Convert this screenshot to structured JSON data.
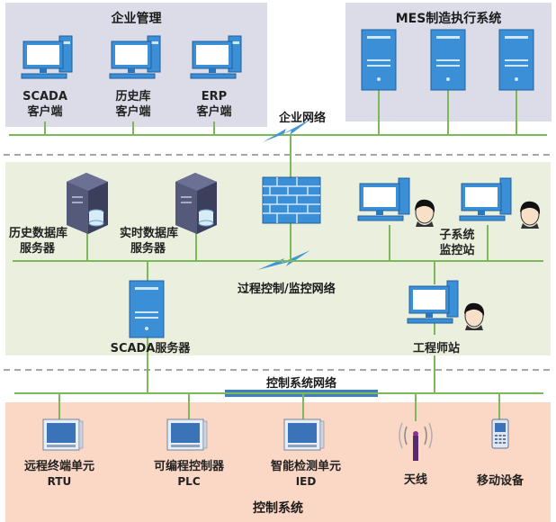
{
  "top_left": {
    "title": "企业管理",
    "clients": [
      {
        "line1": "SCADA",
        "line2": "客户端"
      },
      {
        "line1": "历史库",
        "line2": "客户端"
      },
      {
        "line1": "ERP",
        "line2": "客户端"
      }
    ]
  },
  "top_right": {
    "title": "MES制造执行系统"
  },
  "enterprise_network": {
    "label": "企业网络"
  },
  "process_zone": {
    "servers": [
      {
        "line1": "历史数据库",
        "line2": "服务器"
      },
      {
        "line1": "实时数据库",
        "line2": "服务器"
      }
    ],
    "subsystem": {
      "line1": "子系统",
      "line2": "监控站"
    },
    "network_label": "过程控制/监控网络",
    "scada_server": "SCADA服务器",
    "engineer_station": "工程师站"
  },
  "control_network": {
    "label": "控制系统网络"
  },
  "bottom_zone": {
    "title": "控制系统",
    "devices": [
      {
        "line1": "远程终端单元",
        "line2": "RTU"
      },
      {
        "line1": "可编程控制器",
        "line2": "PLC"
      },
      {
        "line1": "智能检测单元",
        "line2": "IED"
      },
      {
        "line1": "天线",
        "line2": ""
      },
      {
        "line1": "移动设备",
        "line2": ""
      }
    ]
  },
  "colors": {
    "top_bg": "#dcdbe8",
    "mid_bg": "#ebf0de",
    "bottom_bg": "#fbd7c5",
    "network_line": "#7db85a",
    "control_bar": "#3e7fc2",
    "lightning": "#3f97d6"
  }
}
